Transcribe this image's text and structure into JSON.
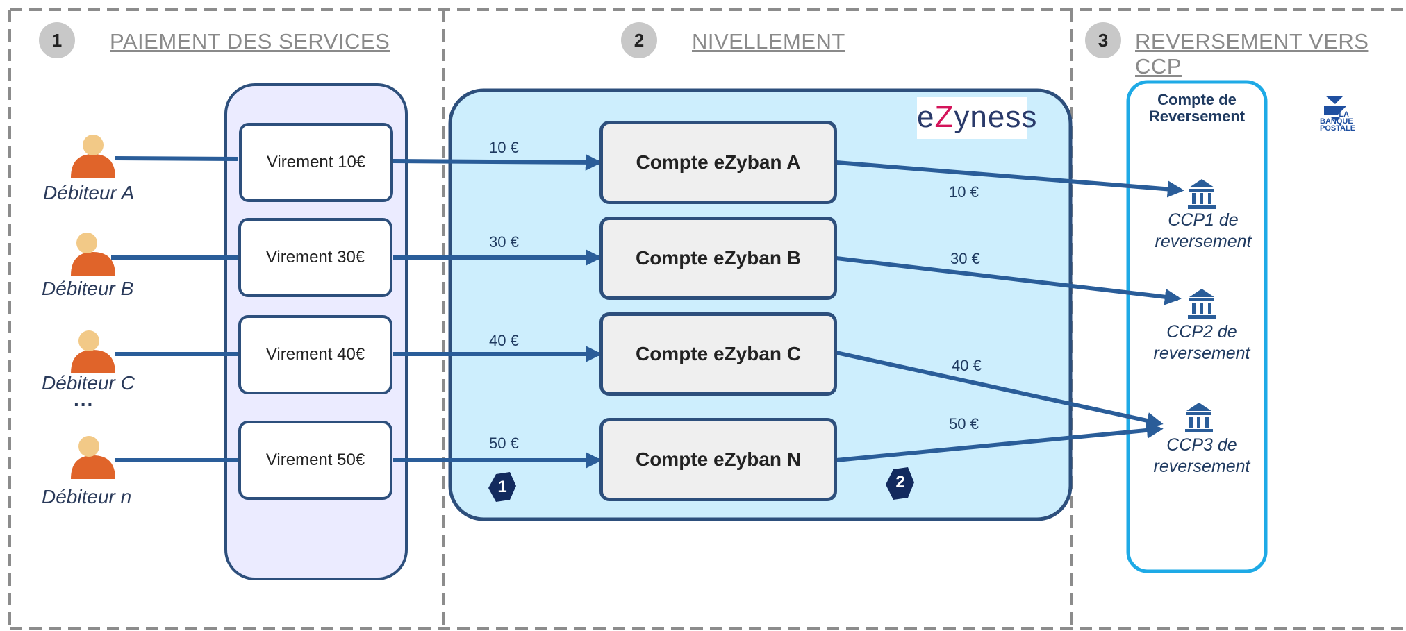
{
  "sections": [
    {
      "number": "1",
      "title": "PAIEMENT DES SERVICES"
    },
    {
      "number": "2",
      "title": "NIVELLEMENT"
    },
    {
      "number": "3",
      "title": "REVERSEMENT VERS CCP"
    }
  ],
  "debtors": [
    "Débiteur A",
    "Débiteur B",
    "Débiteur  C",
    "Débiteur n"
  ],
  "ellipsis": "...",
  "transfers": [
    "Virement 10€",
    "Virement 30€",
    "Virement 40€",
    "Virement 50€"
  ],
  "incoming_amounts": [
    "10 €",
    "30 €",
    "40 €",
    "50 €"
  ],
  "accounts": [
    "Compte eZyban A",
    "Compte eZyban  B",
    "Compte eZyban C",
    "Compte eZyban  N"
  ],
  "outgoing_amounts": [
    "10 €",
    "30 €",
    "40 €",
    "50 €"
  ],
  "reversement_box": {
    "line1": "Compte de",
    "line2": "Reversement"
  },
  "ccp_accounts": [
    {
      "line1": "CCP1 de",
      "line2": "reversement"
    },
    {
      "line1": "CCP2 de",
      "line2": "reversement"
    },
    {
      "line1": "CCP3 de",
      "line2": "reversement"
    }
  ],
  "badges": [
    "1",
    "2"
  ],
  "logos": {
    "ezyness": {
      "prefix": "e",
      "accent": "Z",
      "suffix": "yness"
    },
    "banque_postale": {
      "line1": "LA",
      "line2": "BANQUE",
      "line3": "POSTALE"
    }
  },
  "colors": {
    "arrow": "#2a5d99",
    "box_border": "#2d4f7c",
    "section1_fill": "#ebebff",
    "section2_fill": "#cdeefd",
    "section3_border": "#1eaae6",
    "person_body": "#e0642a",
    "person_head": "#f2c987",
    "dashed_border": "#8c8c8c"
  }
}
